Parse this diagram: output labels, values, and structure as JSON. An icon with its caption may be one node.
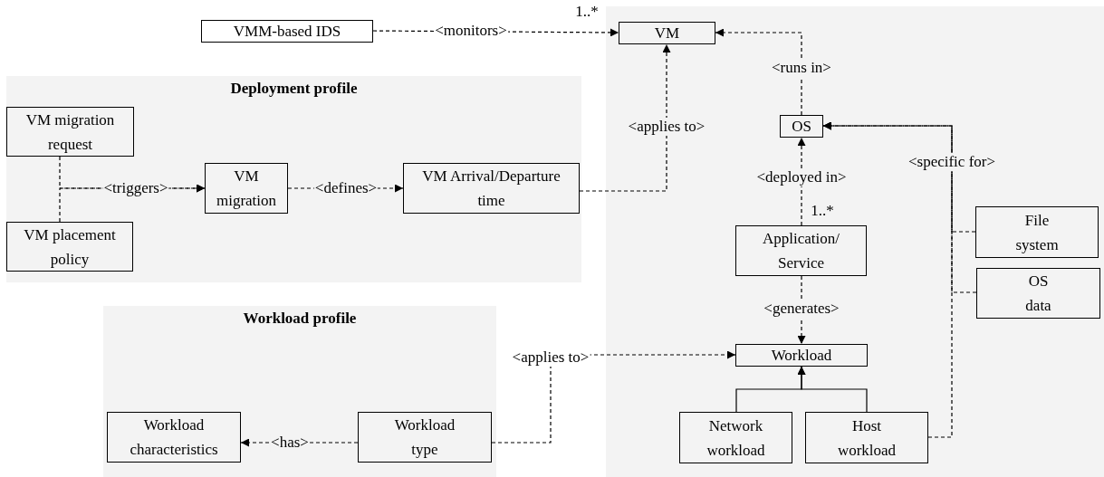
{
  "diagram": {
    "nodes": [
      {
        "text": [
          "VMM-based IDS"
        ]
      },
      {
        "text": [],
        "shape": "box"
      },
      {
        "text": [
          "VM"
        ],
        "in": 1
      },
      {
        "text": [
          "OS"
        ],
        "in": 1
      },
      {
        "text": [
          "Application/ Service"
        ],
        "in": 1
      },
      {
        "text": [
          "Workload"
        ],
        "in": 1
      },
      {
        "text": [
          "Network workload"
        ],
        "in": 1
      },
      {
        "text": [
          "Host workload"
        ],
        "in": 1
      },
      {
        "text": [
          "File system"
        ],
        "in": 1
      },
      {
        "text": [
          "OS data"
        ],
        "in": 1
      },
      {
        "text": [
          "Deployment profile"
        ]
      },
      {
        "text": [
          "VM migration request"
        ],
        "in": 10
      },
      {
        "text": [
          "VM migration"
        ],
        "in": 10
      },
      {
        "text": [
          "VM Arrival/Departure time"
        ],
        "in": 10
      },
      {
        "text": [
          "VM placement policy"
        ],
        "in": 10
      },
      {
        "text": [
          "Workload profile"
        ]
      },
      {
        "text": [
          "Workload characteristics"
        ],
        "in": 15
      },
      {
        "text": [
          "Workload type"
        ],
        "in": 15
      }
    ],
    "edges": [
      {
        "from": 0,
        "to": 2,
        "arrow": "to",
        "label": "<monitors>",
        "style": "dashed"
      },
      {
        "from": 11,
        "to": 12,
        "arrow": "to",
        "label": "<triggers>",
        "style": "dashed"
      },
      {
        "from": 14,
        "to": 12,
        "arrow": "to",
        "style": "dashed"
      },
      {
        "from": 12,
        "to": 13,
        "arrow": "to",
        "label": "<defines>",
        "style": "dashed"
      },
      {
        "from": 13,
        "to": 2,
        "arrow": "to",
        "label": "<applies to>",
        "style": "dashed"
      },
      {
        "from": 3,
        "to": 2,
        "arrow": "to",
        "label": "<runs in>",
        "style": "dashed"
      },
      {
        "from": 4,
        "to": 3,
        "arrow": "to",
        "label": "<deployed in>",
        "style": "dashed"
      },
      {
        "from": 4,
        "to": 5,
        "arrow": "to",
        "label": "<generates>",
        "style": "dashed"
      },
      {
        "from": 17,
        "to": 5,
        "arrow": "to",
        "label": "<applies to>",
        "style": "dashed"
      },
      {
        "from": 17,
        "to": 16,
        "arrow": "to",
        "label": "<has>",
        "style": "dashed"
      },
      {
        "from": 6,
        "to": 5,
        "arrow": "to"
      },
      {
        "from": 7,
        "to": 5,
        "arrow": "to"
      },
      {
        "from": 8,
        "to": 3,
        "arrow": "to",
        "label": "<specific for>",
        "style": "dashed"
      },
      {
        "from": 9,
        "to": 3,
        "arrow": "to",
        "style": "dashed"
      },
      {
        "from": 7,
        "to": 3,
        "arrow": "to",
        "style": "dashed"
      }
    ],
    "labels": [
      "1..*",
      "1..*"
    ]
  }
}
